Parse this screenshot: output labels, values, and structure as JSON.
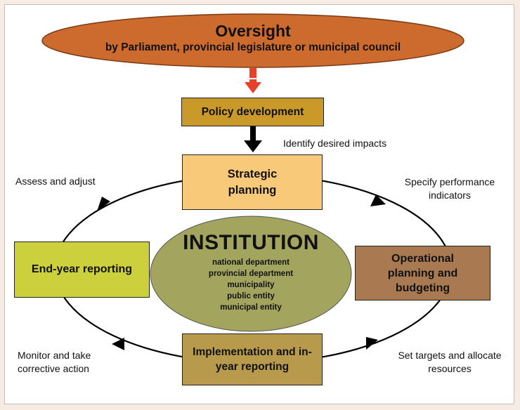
{
  "oversight": {
    "title": "Oversight",
    "subtitle": "by Parliament, provincial legislature or municipal council"
  },
  "boxes": {
    "policy": "Policy development",
    "strategic": "Strategic planning",
    "operational": "Operational planning and budgeting",
    "implementation": "Implementation and in-year reporting",
    "endyear": "End-year reporting"
  },
  "institution": {
    "title": "INSTITUTION",
    "items": [
      "national department",
      "provincial department",
      "municipality",
      "public entity",
      "municipal entity"
    ]
  },
  "labels": {
    "identify": "Identify desired impacts",
    "specify": "Specify performance indicators",
    "set_targets": "Set targets and allocate resources",
    "monitor": "Monitor and take corrective action",
    "assess": "Assess and adjust"
  },
  "colors": {
    "oversight_fill": "#cd6a2e",
    "policy_fill": "#c9992a",
    "strategic_fill": "#f9c97a",
    "operational_fill": "#a97a52",
    "implementation_fill": "#b89a4c",
    "endyear_fill": "#ccd03c",
    "institution_fill": "#a3a55f",
    "red_arrow": "#e8412a"
  }
}
